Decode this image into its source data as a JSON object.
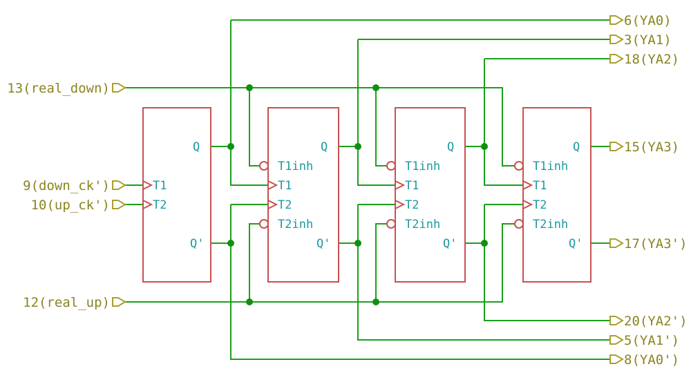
{
  "left_ports": {
    "real_down": "13(real_down)",
    "down_ck": "9(down_ck')",
    "up_ck": "10(up_ck')",
    "real_up": "12(real_up)"
  },
  "right_ports": {
    "ya0": "6(YA0)",
    "ya1": "3(YA1)",
    "ya2": "18(YA2)",
    "ya3": "15(YA3)",
    "ya3n": "17(YA3')",
    "ya2n": "20(YA2')",
    "ya1n": "5(YA1')",
    "ya0n": "8(YA0')"
  },
  "pins": {
    "q": "Q",
    "qn": "Q'",
    "t1": "T1",
    "t2": "T2",
    "t1inh": "T1inh",
    "t2inh": "T2inh"
  },
  "colors": {
    "wire": "#1aa01a",
    "block": "#c85050",
    "junction": "#109010",
    "port": "#a8a030",
    "port_text": "#8a8420",
    "pin_text": "#1a9aa0"
  }
}
